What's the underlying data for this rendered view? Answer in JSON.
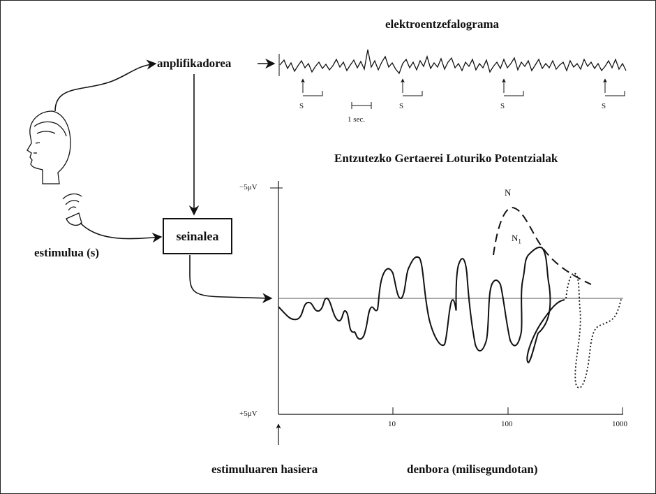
{
  "labels": {
    "eeg_title": "elektroentzefalograma",
    "amplifier": "anplifikadorea",
    "erp_title": "Entzutezko Gertaerei Loturiko Potentzialak",
    "stimulus": "estimulua (s)",
    "signal": "seinalea",
    "stimulus_onset": "estimuluaren hasiera",
    "time_axis": "denbora (milisegundotan)",
    "one_second": "1 sec.",
    "stim_marker": "S",
    "peak_n": "N",
    "peak_n1": "N",
    "peak_n1_sub": "1"
  },
  "axis": {
    "y_top": "−5μV",
    "y_bottom": "+5μV",
    "x_ticks": [
      "10",
      "100",
      "1000"
    ]
  },
  "colors": {
    "ink": "#111111",
    "baseline": "#555555",
    "border": "#222222"
  },
  "icons": {
    "head": "head-profile-icon",
    "speaker": "earphone-icon"
  }
}
